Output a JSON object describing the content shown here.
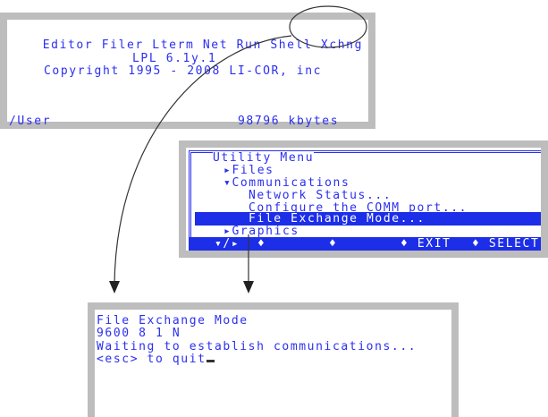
{
  "main_screen": {
    "menu": [
      "Editor",
      "Filer",
      "Lterm",
      "Net",
      "Run",
      "Shell",
      "Xchng"
    ],
    "version": "LPL 6.1y.1",
    "copyright": "Copyright 1995 - 2008 LI-COR, inc",
    "path": "/User",
    "memory": "98796 kbytes"
  },
  "utility_menu": {
    "title": "Utility Menu",
    "items": [
      {
        "label": "Files",
        "marker": "▸"
      },
      {
        "label": "Communications",
        "marker": "▾"
      },
      {
        "label": "Network Status..."
      },
      {
        "label": "Configure the COMM port..."
      },
      {
        "label": "File Exchange Mode...",
        "selected": true
      },
      {
        "label": "Graphics",
        "marker": "▸"
      }
    ],
    "footer": {
      "nav": "▾/▸",
      "sep1": "♦",
      "sep2": "♦",
      "exit": "♦ EXIT",
      "select": "♦ SELECT"
    }
  },
  "xchng_screen": {
    "title": "File Exchange Mode",
    "settings": "9600 8 1 N",
    "status": "Waiting to establish communications...",
    "hint": "<esc> to quit"
  }
}
